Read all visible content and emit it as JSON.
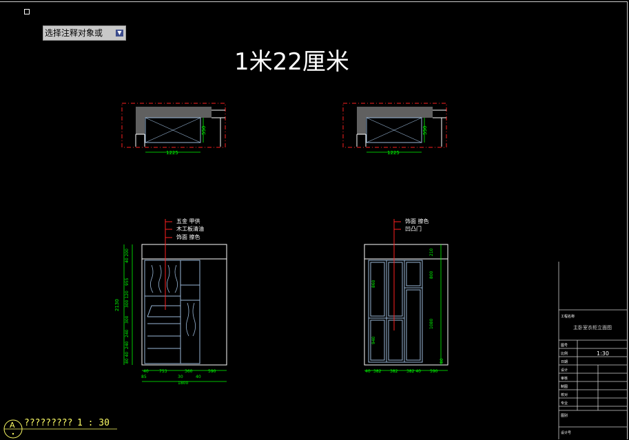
{
  "prompt": {
    "text": "选择注释对象或",
    "dropdown_icon": "dropdown-arrow-icon"
  },
  "drawing_title": "1米22厘米",
  "plans": {
    "left": {
      "width_dim": "1225",
      "depth_dim": "550"
    },
    "right": {
      "width_dim": "1225",
      "depth_dim": "550"
    }
  },
  "elevation_left": {
    "notes": [
      "五金 甲供",
      "木工板清油",
      "饰面 擦色"
    ],
    "left_dims": [
      "40 200",
      "955",
      "300 120",
      "300",
      "240",
      "240",
      "80 40"
    ],
    "total_height": "2130",
    "bottom_dims": [
      "40",
      "753",
      "30",
      "360",
      "590"
    ],
    "bottom_dims2": [
      "85",
      "30",
      "40"
    ],
    "total_width": "1800"
  },
  "elevation_right": {
    "notes": [
      "饰面 擦色",
      "凹凸门"
    ],
    "right_dims": [
      "210",
      "800",
      "1080",
      "80"
    ],
    "left_dims": [
      "860",
      "940"
    ],
    "bottom_dims": [
      "40",
      "382",
      "382",
      "382 40",
      "590"
    ]
  },
  "title_block": {
    "project_label": "工程名称",
    "drawing_name": "主卧室衣柜立面图",
    "scale": "1:30",
    "rows": [
      "图号",
      "比例",
      "日期",
      "设计",
      "审核",
      "制图",
      "校对",
      "专业",
      "图别",
      "设计号"
    ]
  },
  "scale_note": {
    "label": "?????????",
    "value": "1 : 30",
    "marker": "A"
  },
  "colors": {
    "dimension": "#00ff00",
    "leader": "#ff2020",
    "outline": "#ffffff",
    "furniture": "#9ab8d8",
    "dash_frame": "#ff2020",
    "gray_wall": "#606060"
  }
}
